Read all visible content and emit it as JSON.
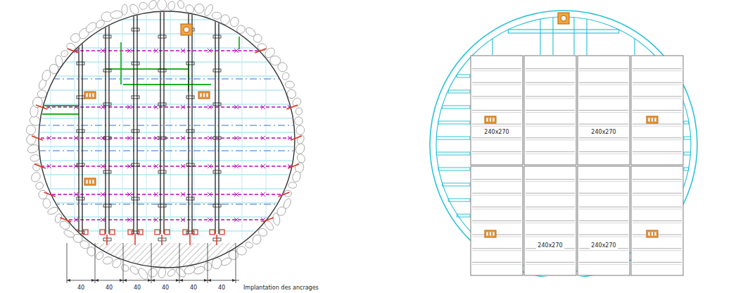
{
  "diagram": {
    "labels": [
      "40",
      "40",
      "40",
      "40",
      "40",
      "40",
      "Implantation des ancrages",
      "240x270",
      "240x270",
      "240x270",
      "240x270"
    ]
  }
}
